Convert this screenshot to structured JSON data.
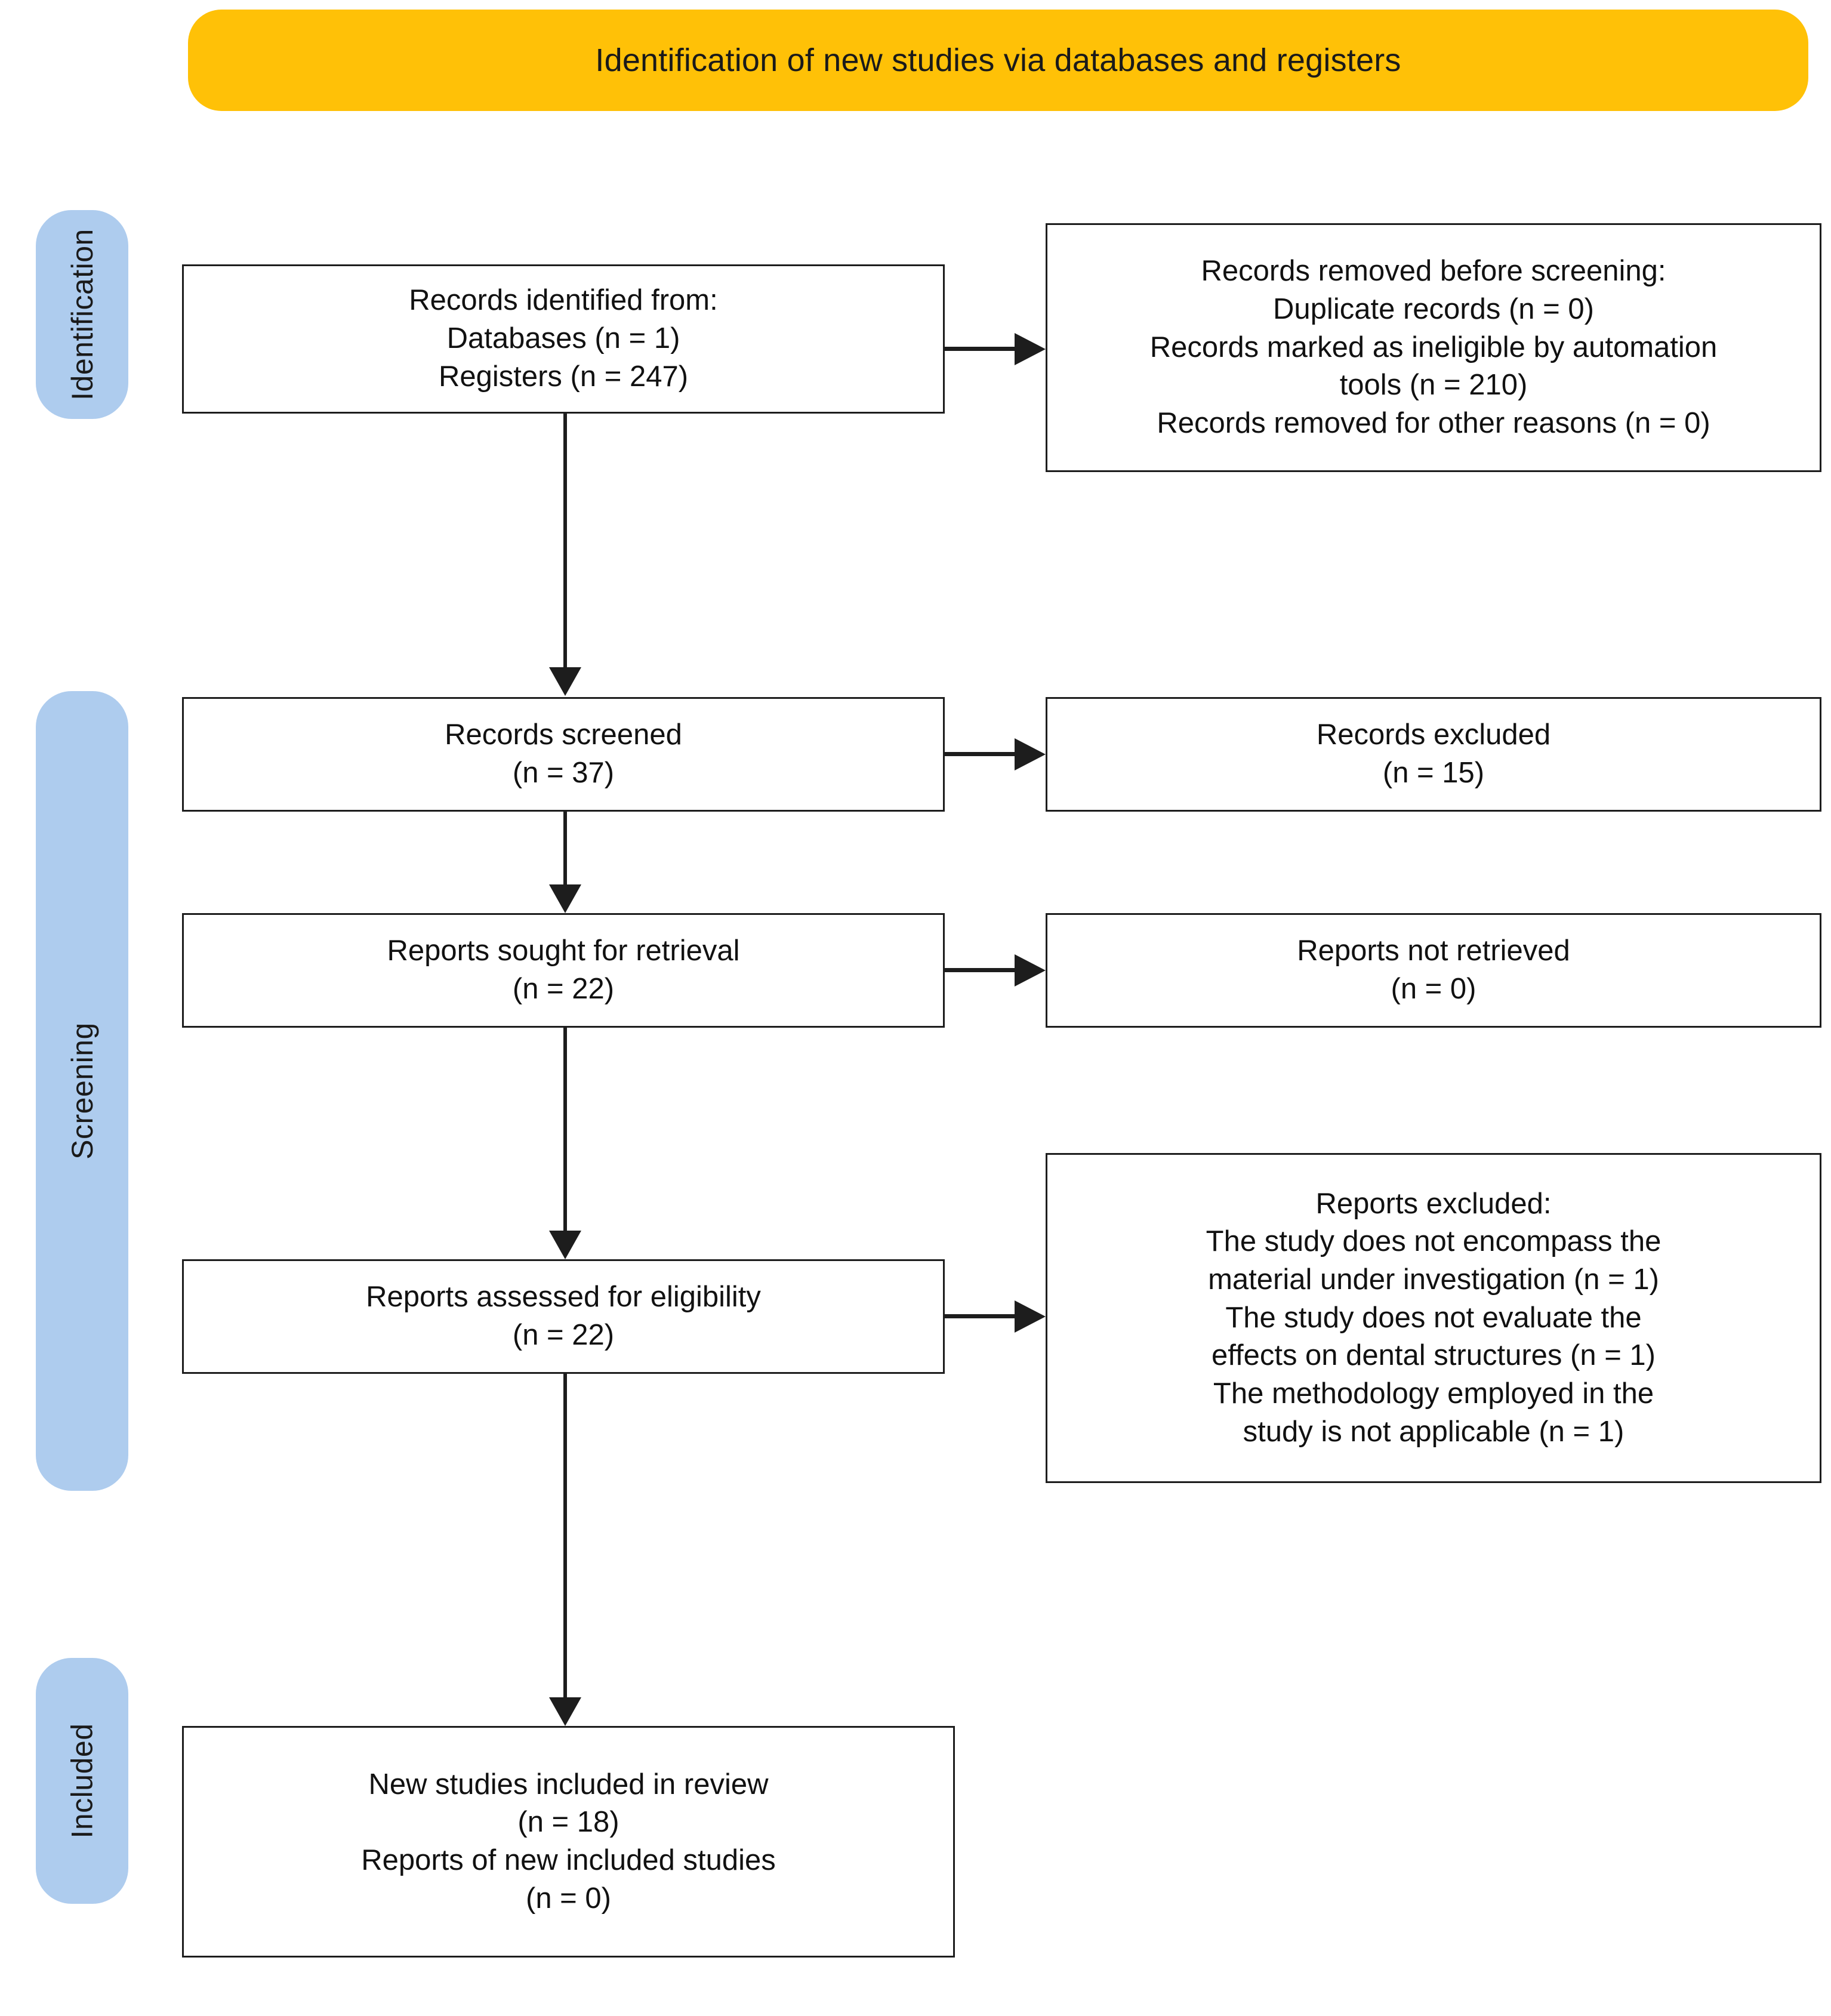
{
  "header": {
    "title": "Identification of new studies via databases and registers",
    "background_color": "#FFC107"
  },
  "stages": {
    "background_color": "#AECCEE",
    "items": [
      {
        "id": "identification",
        "label": "Identification"
      },
      {
        "id": "screening",
        "label": "Screening"
      },
      {
        "id": "included",
        "label": "Included"
      }
    ]
  },
  "boxes": {
    "identified": {
      "lines": [
        "Records identified from:",
        "Databases (n = 1)",
        "Registers (n = 247)"
      ]
    },
    "removed_before_screening": {
      "lines": [
        "Records removed before screening:",
        "Duplicate records (n = 0)",
        "Records marked as ineligible by automation",
        "tools (n = 210)",
        "Records removed for other reasons (n = 0)"
      ]
    },
    "screened": {
      "lines": [
        "Records screened",
        "(n = 37)"
      ]
    },
    "records_excluded": {
      "lines": [
        "Records excluded",
        "(n = 15)"
      ]
    },
    "sought_for_retrieval": {
      "lines": [
        "Reports sought for retrieval",
        "(n = 22)"
      ]
    },
    "not_retrieved": {
      "lines": [
        "Reports not retrieved",
        "(n = 0)"
      ]
    },
    "assessed_for_eligibility": {
      "lines": [
        "Reports assessed for eligibility",
        "(n = 22)"
      ]
    },
    "reports_excluded": {
      "lines": [
        "Reports excluded:",
        "The study does not encompass the",
        "material under investigation (n = 1)",
        "The study does not evaluate the",
        "effects on dental structures (n = 1)",
        "The methodology employed in the",
        "study is not applicable (n = 1)"
      ]
    },
    "new_studies_included": {
      "lines": [
        "New studies included in review",
        "(n = 18)",
        "Reports of new included studies",
        "(n = 0)"
      ]
    }
  },
  "chart_data": {
    "type": "diagram",
    "title": "Identification of new studies via databases and registers",
    "nodes": [
      {
        "id": "identified",
        "stage": "Identification",
        "column": "left",
        "label": "Records identified from: Databases (n = 1) Registers (n = 247)",
        "counts": {
          "Databases": 1,
          "Registers": 247
        }
      },
      {
        "id": "removed_before",
        "stage": "Identification",
        "column": "right",
        "label": "Records removed before screening",
        "counts": {
          "Duplicate records": 0,
          "Marked ineligible by automation tools": 210,
          "Removed for other reasons": 0
        }
      },
      {
        "id": "screened",
        "stage": "Screening",
        "column": "left",
        "label": "Records screened",
        "counts": {
          "n": 37
        }
      },
      {
        "id": "records_excluded",
        "stage": "Screening",
        "column": "right",
        "label": "Records excluded",
        "counts": {
          "n": 15
        }
      },
      {
        "id": "sought",
        "stage": "Screening",
        "column": "left",
        "label": "Reports sought for retrieval",
        "counts": {
          "n": 22
        }
      },
      {
        "id": "not_retrieved",
        "stage": "Screening",
        "column": "right",
        "label": "Reports not retrieved",
        "counts": {
          "n": 0
        }
      },
      {
        "id": "assessed",
        "stage": "Screening",
        "column": "left",
        "label": "Reports assessed for eligibility",
        "counts": {
          "n": 22
        }
      },
      {
        "id": "reports_excluded",
        "stage": "Screening",
        "column": "right",
        "label": "Reports excluded",
        "counts": {
          "Does not encompass material under investigation": 1,
          "Does not evaluate effects on dental structures": 1,
          "Methodology not applicable": 1
        }
      },
      {
        "id": "included_final",
        "stage": "Included",
        "column": "left",
        "label": "New studies included in review",
        "counts": {
          "New studies": 18,
          "Reports of new included studies": 0
        }
      }
    ],
    "edges": [
      {
        "from": "identified",
        "to": "removed_before",
        "direction": "horizontal"
      },
      {
        "from": "identified",
        "to": "screened",
        "direction": "vertical"
      },
      {
        "from": "screened",
        "to": "records_excluded",
        "direction": "horizontal"
      },
      {
        "from": "screened",
        "to": "sought",
        "direction": "vertical"
      },
      {
        "from": "sought",
        "to": "not_retrieved",
        "direction": "horizontal"
      },
      {
        "from": "sought",
        "to": "assessed",
        "direction": "vertical"
      },
      {
        "from": "assessed",
        "to": "reports_excluded",
        "direction": "horizontal"
      },
      {
        "from": "assessed",
        "to": "included_final",
        "direction": "vertical"
      }
    ]
  }
}
